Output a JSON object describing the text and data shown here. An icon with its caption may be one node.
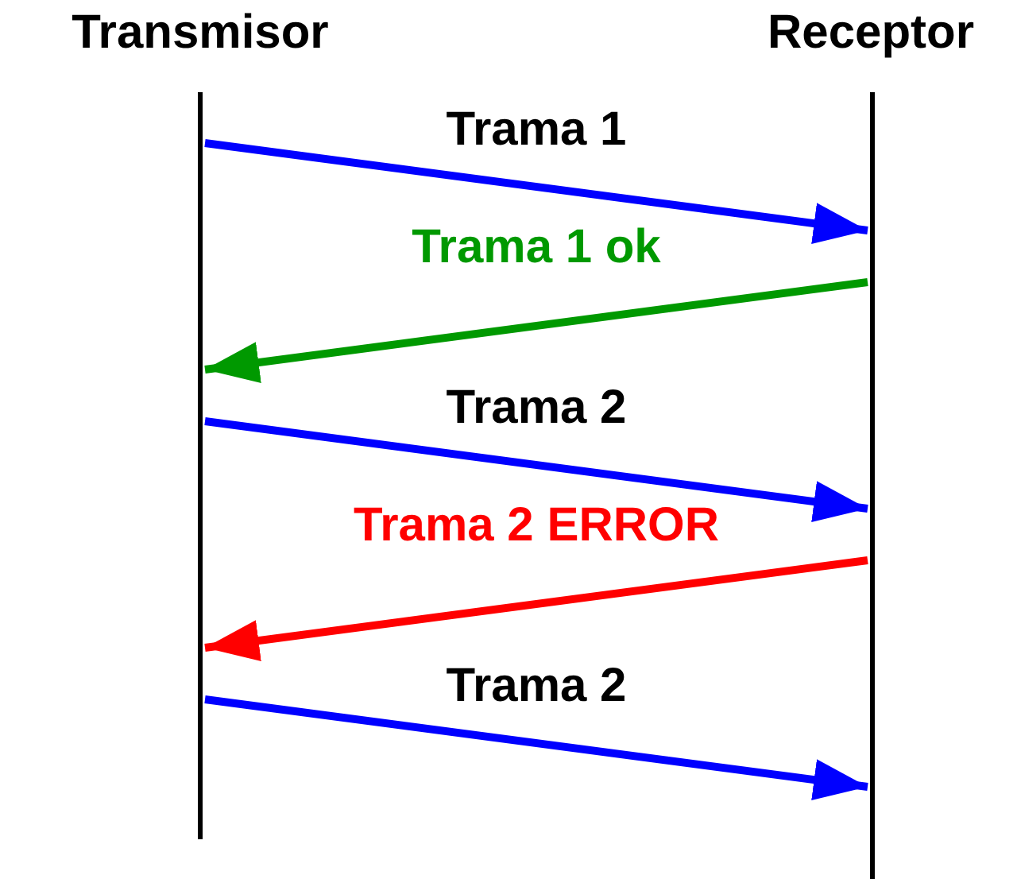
{
  "diagram": {
    "nodes": [
      {
        "text": [
          "Transmisor"
        ]
      },
      {
        "text": [
          "Receptor"
        ]
      }
    ],
    "edges": [
      {
        "from": 0,
        "to": 1,
        "arrow": "to",
        "label": "Trama 1"
      },
      {
        "from": 1,
        "to": 0,
        "arrow": "to",
        "label": "Trama 1 ok",
        "color": "#009900"
      },
      {
        "from": 0,
        "to": 1,
        "arrow": "to",
        "label": "Trama 2"
      },
      {
        "from": 1,
        "to": 0,
        "arrow": "to",
        "label": "Trama 2 ERROR",
        "color": "#ff0000"
      },
      {
        "from": 0,
        "to": 1,
        "arrow": "to",
        "label": "Trama 2"
      }
    ]
  }
}
